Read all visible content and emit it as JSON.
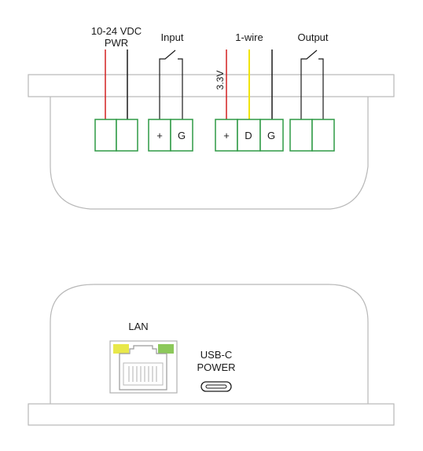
{
  "top_view": {
    "pwr_label_line1": "10-24 VDC",
    "pwr_label_line2": "PWR",
    "input_label": "Input",
    "onewire_label": "1-wire",
    "output_label": "Output",
    "voltage_label": "3.3V",
    "input_pins": [
      "+",
      "G"
    ],
    "onewire_pins": [
      "+",
      "D",
      "G"
    ]
  },
  "bottom_view": {
    "lan_label": "LAN",
    "usb_label_line1": "USB-C",
    "usb_label_line2": "POWER"
  },
  "colors": {
    "terminal_green": "#2e9a45",
    "wire_red": "#d22020",
    "wire_yellow": "#f0e400",
    "wire_black": "#1a1a1a",
    "enclosure_outline": "#b8b8b8",
    "led_yellow": "#e8e84a",
    "led_green": "#8cc85a"
  }
}
